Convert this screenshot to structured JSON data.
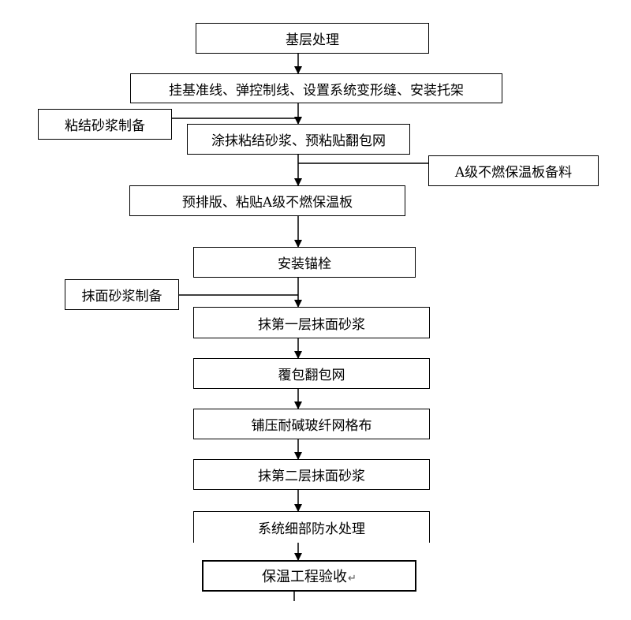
{
  "steps": [
    "基层处理",
    "挂基准线、弹控制线、设置系统变形缝、安装托架",
    "涂抹粘结砂浆、预粘贴翻包网",
    "预排版、粘贴A级不燃保温板",
    "安装锚栓",
    "抹第一层抹面砂浆",
    "覆包翻包网",
    "铺压耐碱玻纤网格布",
    "抹第二层抹面砂浆",
    "系统细部防水处理",
    "保温工程验收"
  ],
  "side_inputs": [
    "粘结砂浆制备",
    "A级不燃保温板备料",
    "抹面砂浆制备"
  ],
  "paragraph_mark": "↵"
}
